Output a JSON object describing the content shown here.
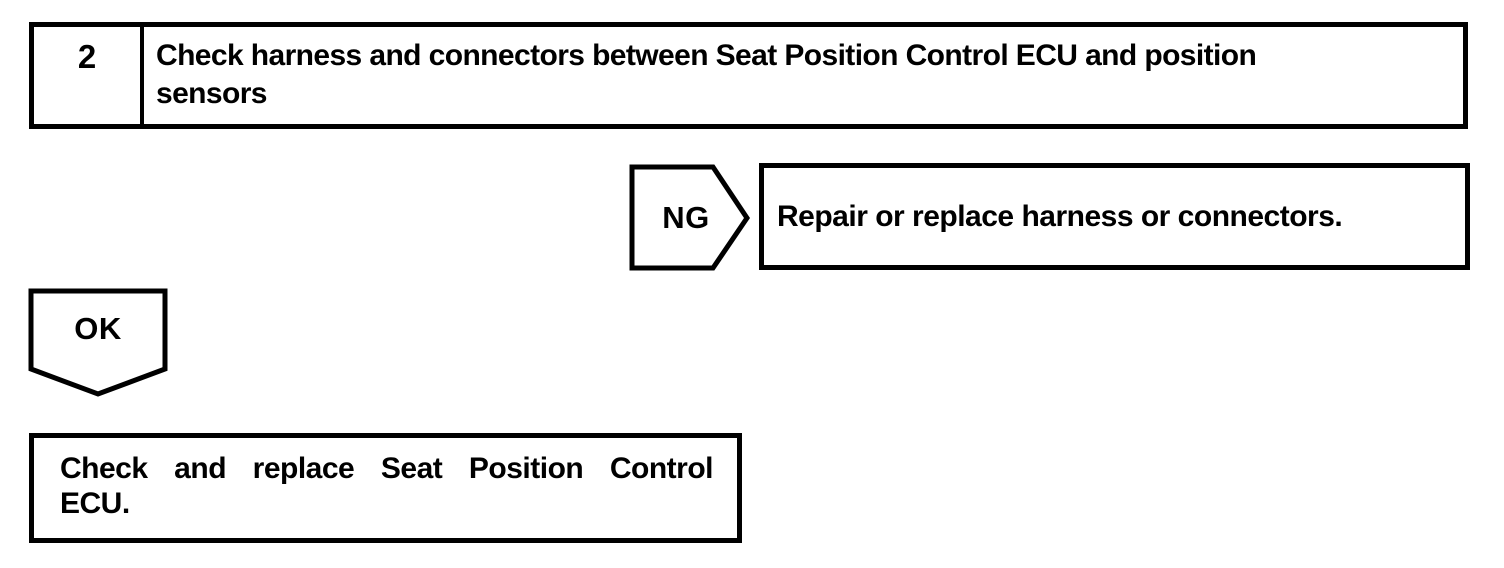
{
  "page": {
    "background_color": "#ffffff",
    "ink_color": "#000000"
  },
  "flowchart": {
    "step_box": {
      "step_number": "2",
      "instruction_lines": [
        "Check harness and connectors between Seat Position Control ECU and position",
        "sensors"
      ]
    },
    "ng_connector": {
      "label": "NG"
    },
    "ng_action_box": {
      "text": "Repair or replace harness or connectors."
    },
    "ok_connector": {
      "label": "OK"
    },
    "ok_action_box": {
      "lines": [
        "Check and replace Seat Position Control",
        "ECU."
      ]
    }
  }
}
